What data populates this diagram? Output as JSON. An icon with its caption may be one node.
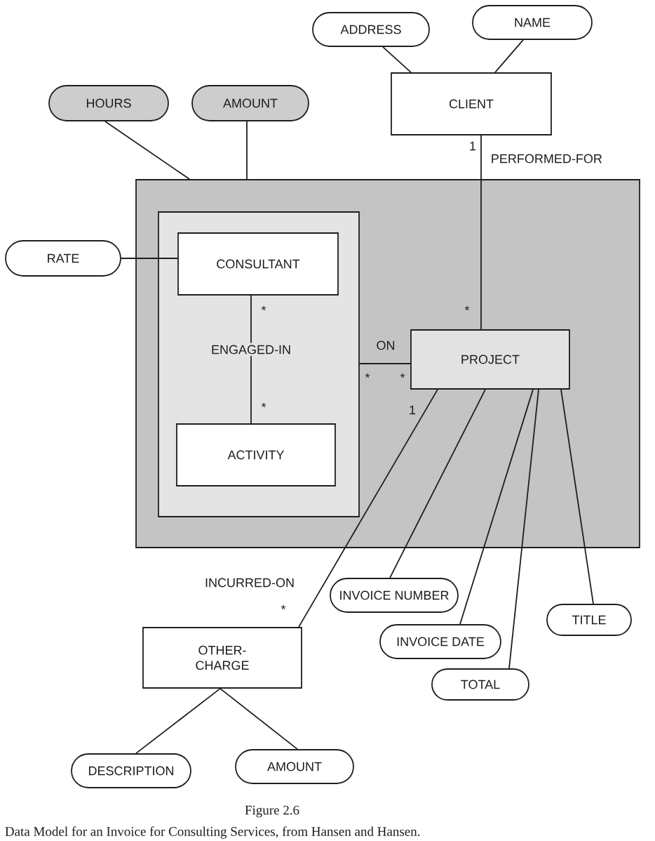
{
  "diagram": {
    "nodes": [
      {
        "text": [
          "ADDRESS"
        ]
      },
      {
        "text": [
          "NAME"
        ]
      },
      {
        "text": [
          "CLIENT"
        ]
      },
      {
        "text": [
          "HOURS"
        ]
      },
      {
        "text": [
          "AMOUNT"
        ]
      },
      {
        "text": [],
        "shape": "box"
      },
      {
        "text": [],
        "shape": "box",
        "in": 5
      },
      {
        "text": [
          "CONSULTANT"
        ],
        "in": 6
      },
      {
        "text": [
          "ACTIVITY"
        ],
        "in": 6
      },
      {
        "text": [
          "PROJECT"
        ],
        "in": 5
      },
      {
        "text": [
          "RATE"
        ]
      },
      {
        "text": [
          "OTHER- CHARGE"
        ]
      },
      {
        "text": [
          "INVOICE NUMBER"
        ]
      },
      {
        "text": [
          "TITLE"
        ]
      },
      {
        "text": [
          "INVOICE DATE"
        ]
      },
      {
        "text": [
          "TOTAL"
        ]
      },
      {
        "text": [
          "DESCRIPTION"
        ]
      },
      {
        "text": [
          "AMOUNT"
        ]
      }
    ],
    "edges": [
      {
        "from": 0,
        "to": 2,
        "arrow": "none"
      },
      {
        "from": 1,
        "to": 2,
        "arrow": "none"
      },
      {
        "from": 2,
        "to": 9,
        "arrow": "none",
        "label": "PERFORMED-FOR"
      },
      {
        "from": 3,
        "to": 5,
        "arrow": "none"
      },
      {
        "from": 4,
        "to": 5,
        "arrow": "none"
      },
      {
        "from": 10,
        "to": 7,
        "arrow": "none"
      },
      {
        "from": 7,
        "to": 8,
        "arrow": "none",
        "label": "ENGAGED-IN"
      },
      {
        "from": 6,
        "to": 9,
        "arrow": "none",
        "label": "ON"
      },
      {
        "from": 9,
        "to": 11,
        "arrow": "none",
        "label": "INCURRED-ON"
      },
      {
        "from": 9,
        "to": 12,
        "arrow": "none"
      },
      {
        "from": 9,
        "to": 14,
        "arrow": "none"
      },
      {
        "from": 9,
        "to": 15,
        "arrow": "none"
      },
      {
        "from": 9,
        "to": 13,
        "arrow": "none"
      },
      {
        "from": 11,
        "to": 16,
        "arrow": "none"
      },
      {
        "from": 11,
        "to": 17,
        "arrow": "none"
      }
    ],
    "labels": [
      "1",
      "*",
      "*",
      "*",
      "*",
      "*",
      "1",
      "*",
      "Figure 2.6"
    ],
    "caption": "Data Model for an Invoice for Consulting Services, from Hansen and Hansen."
  }
}
